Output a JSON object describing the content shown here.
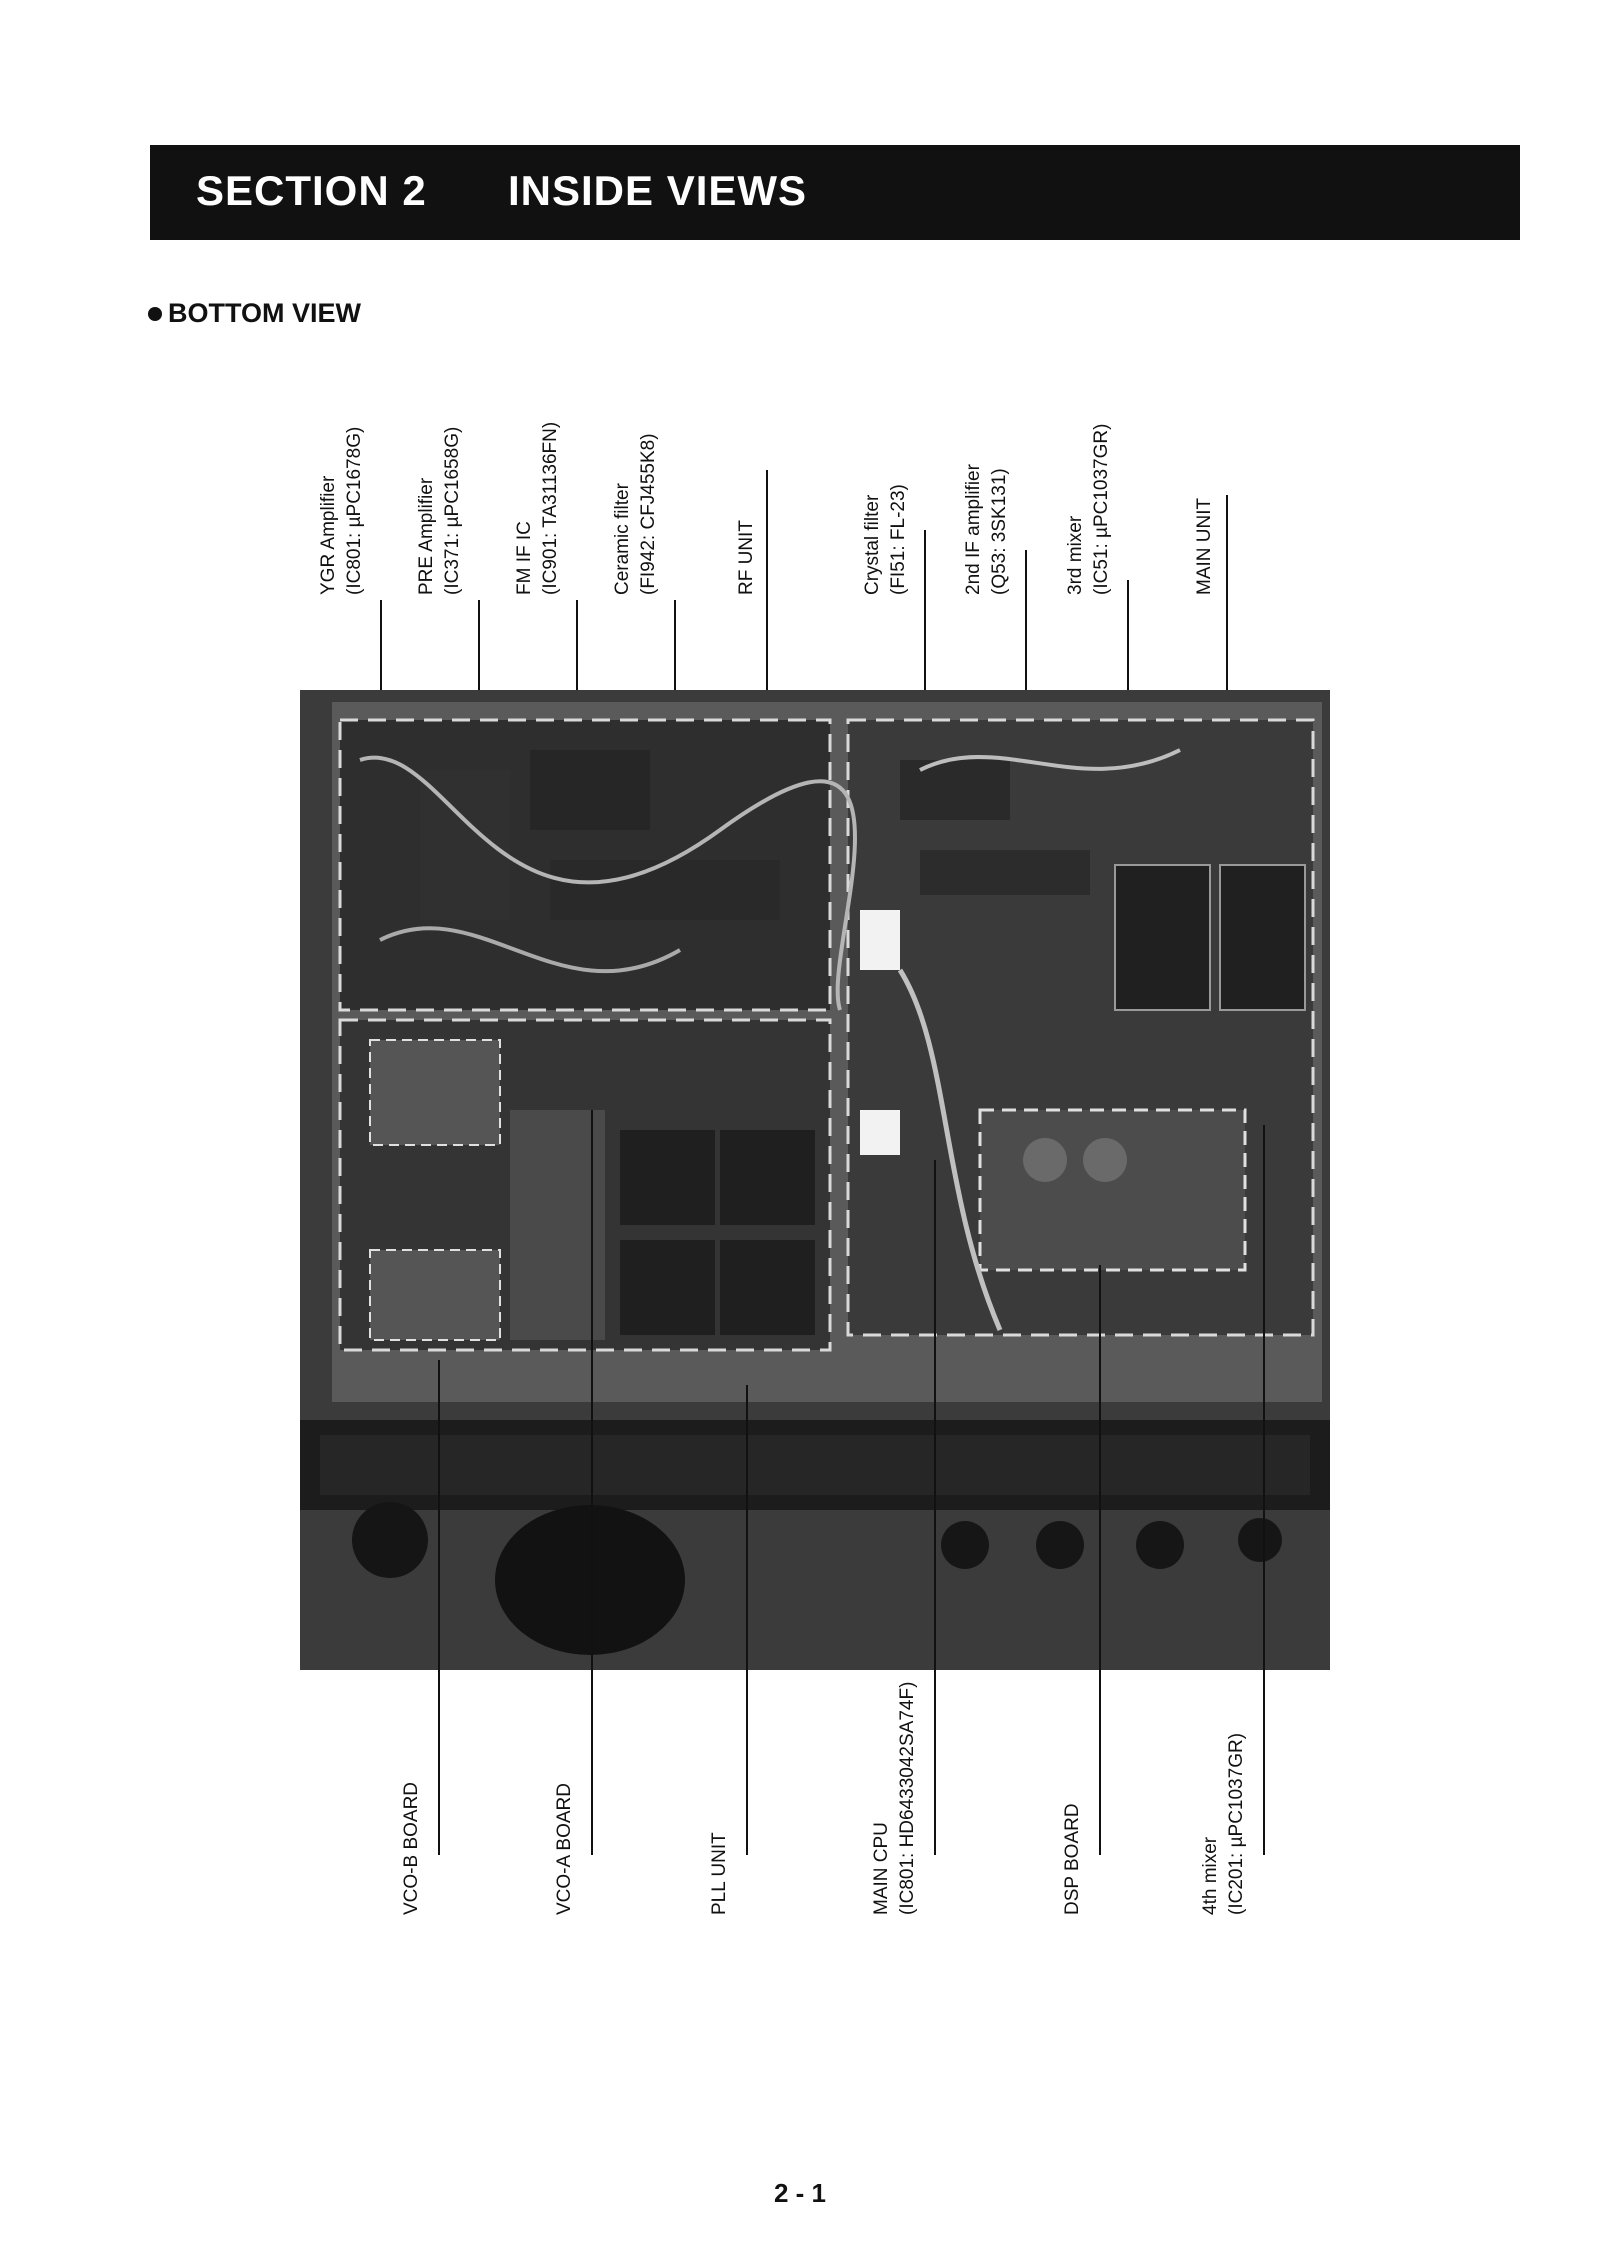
{
  "header": {
    "section_number": "SECTION  2",
    "section_title": "INSIDE VIEWS"
  },
  "subheading": "BOTTOM VIEW",
  "top_labels": [
    {
      "line1": "YGR Amplifier",
      "line2": "(IC801: µPC1678G)"
    },
    {
      "line1": "PRE Amplifier",
      "line2": "(IC371: µPC1658G)"
    },
    {
      "line1": "FM IF IC",
      "line2": "(IC901: TA31136FN)"
    },
    {
      "line1": "Ceramic filter",
      "line2": "(FI942: CFJ455K8)"
    },
    {
      "line1": "RF UNIT",
      "line2": ""
    },
    {
      "line1": "Crystal filter",
      "line2": "(FI51: FL-23)"
    },
    {
      "line1": "2nd IF amplifier",
      "line2": "(Q53: 3SK131)"
    },
    {
      "line1": "3rd mixer",
      "line2": "(IC51: µPC1037GR)"
    },
    {
      "line1": "MAIN UNIT",
      "line2": ""
    }
  ],
  "bottom_labels": [
    {
      "line1": "VCO-B BOARD",
      "line2": ""
    },
    {
      "line1": "VCO-A BOARD",
      "line2": ""
    },
    {
      "line1": "PLL UNIT",
      "line2": ""
    },
    {
      "line1": "MAIN CPU",
      "line2": "(IC801: HD6433042SA74F)"
    },
    {
      "line1": "DSP BOARD",
      "line2": ""
    },
    {
      "line1": "4th mixer",
      "line2": "(IC201: µPC1037GR)"
    }
  ],
  "page_number": "2 - 1"
}
